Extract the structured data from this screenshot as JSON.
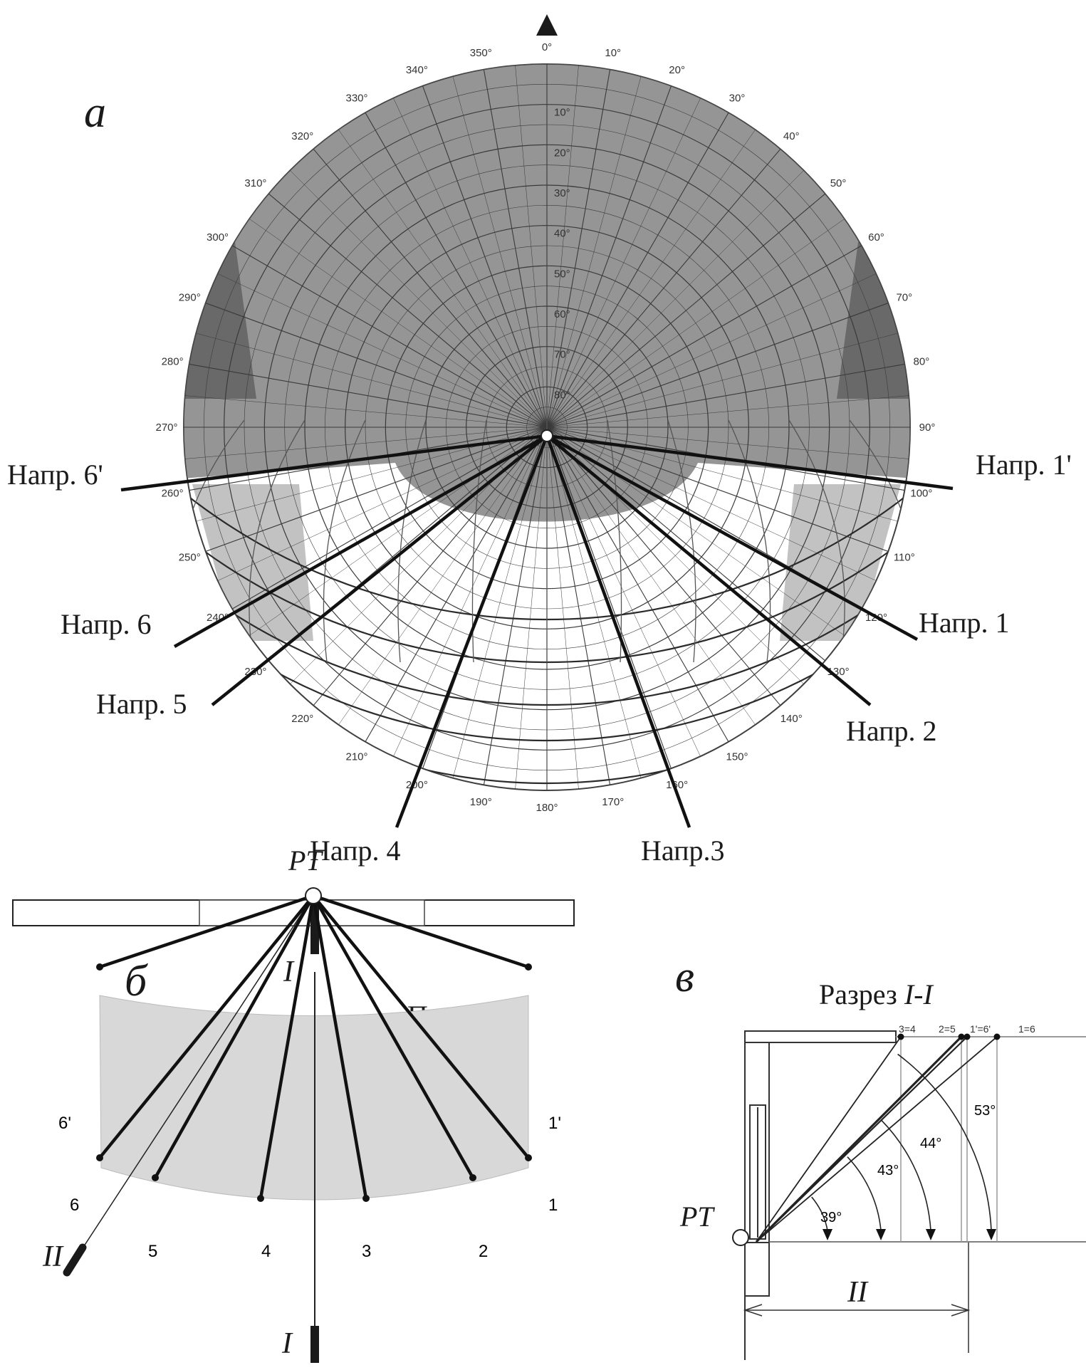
{
  "panel_a": {
    "letter": "а",
    "azimuth_labels": [
      "0°",
      "10°",
      "20°",
      "30°",
      "40°",
      "50°",
      "60°",
      "70°",
      "80°",
      "90°",
      "100°",
      "110°",
      "120°",
      "130°",
      "140°",
      "150°",
      "160°",
      "170°",
      "180°",
      "190°",
      "200°",
      "210°",
      "220°",
      "230°",
      "240°",
      "250°",
      "260°",
      "270°",
      "280°",
      "290°",
      "300°",
      "310°",
      "320°",
      "330°",
      "340°",
      "350°"
    ],
    "altitude_labels": [
      "10°",
      "20°",
      "30°",
      "40°",
      "50°",
      "60°",
      "70°",
      "80°"
    ],
    "directions": [
      {
        "label": "Напр. 1'",
        "azimuth": 96
      },
      {
        "label": "Напр. 1",
        "azimuth": 124
      },
      {
        "label": "Напр. 2",
        "azimuth": 135
      },
      {
        "label": "Напр.3",
        "azimuth": 159
      },
      {
        "label": "Напр. 4",
        "azimuth": 197
      },
      {
        "label": "Напр. 5",
        "azimuth": 227
      },
      {
        "label": "Напр. 6",
        "azimuth": 238
      },
      {
        "label": "Напр. 6'",
        "azimuth": 264
      }
    ]
  },
  "panel_b": {
    "letter": "б",
    "title": "План",
    "point_label": "PT",
    "section_mark": "I",
    "section_mark_2": "II",
    "point_labels": [
      "6'",
      "1'",
      "6",
      "5",
      "4",
      "3",
      "2",
      "1"
    ]
  },
  "panel_c": {
    "letter": "в",
    "title_prefix": "Разрез ",
    "title_italic": "I-I",
    "point_label": "PT",
    "dimension_label": "II",
    "top_labels": [
      "3=4",
      "2=5",
      "1'=6'",
      "1=6"
    ],
    "angles": [
      "39°",
      "43°",
      "44°",
      "53°"
    ]
  }
}
